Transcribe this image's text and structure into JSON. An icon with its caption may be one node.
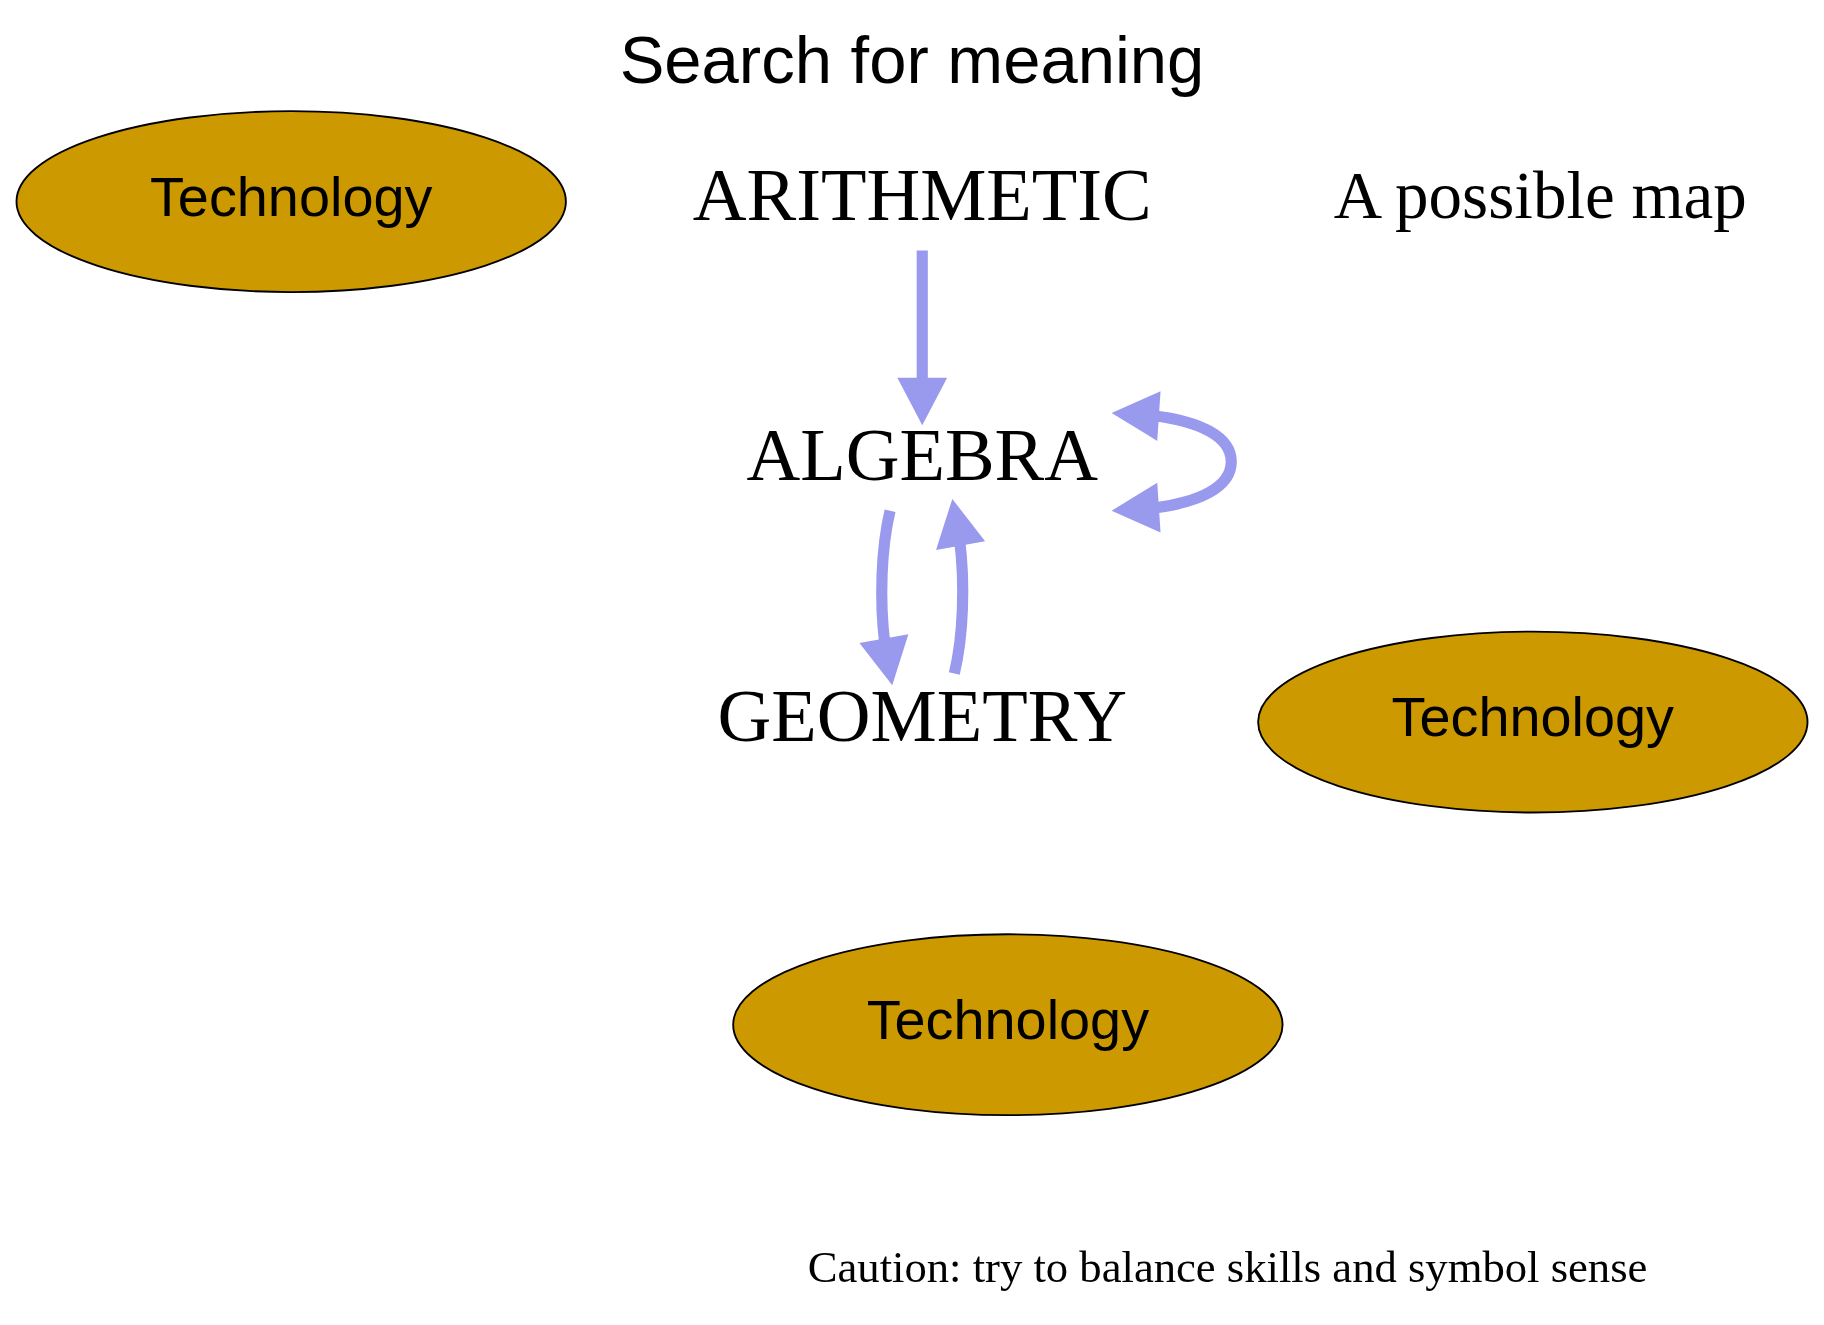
{
  "diagram": {
    "title": "Search for meaning",
    "nodes": [
      {
        "text": [
          "Technology"
        ]
      },
      {
        "text": [
          "ARITHMETIC"
        ]
      },
      {
        "text": [
          "ALGEBRA"
        ]
      },
      {
        "text": [
          "GEOMETRY"
        ]
      },
      {
        "text": [
          "Technology"
        ]
      },
      {
        "text": [
          "Technology"
        ]
      }
    ],
    "edges": [
      {
        "from": 1,
        "to": 2,
        "arrow": "to"
      },
      {
        "from": 2,
        "to": 2,
        "arrow": "both"
      },
      {
        "from": 2,
        "to": 3,
        "arrow": "to"
      },
      {
        "from": 3,
        "to": 2,
        "arrow": "to"
      }
    ],
    "labels": [
      "A possible map",
      "Caution: try to balance skills and symbol sense"
    ]
  }
}
